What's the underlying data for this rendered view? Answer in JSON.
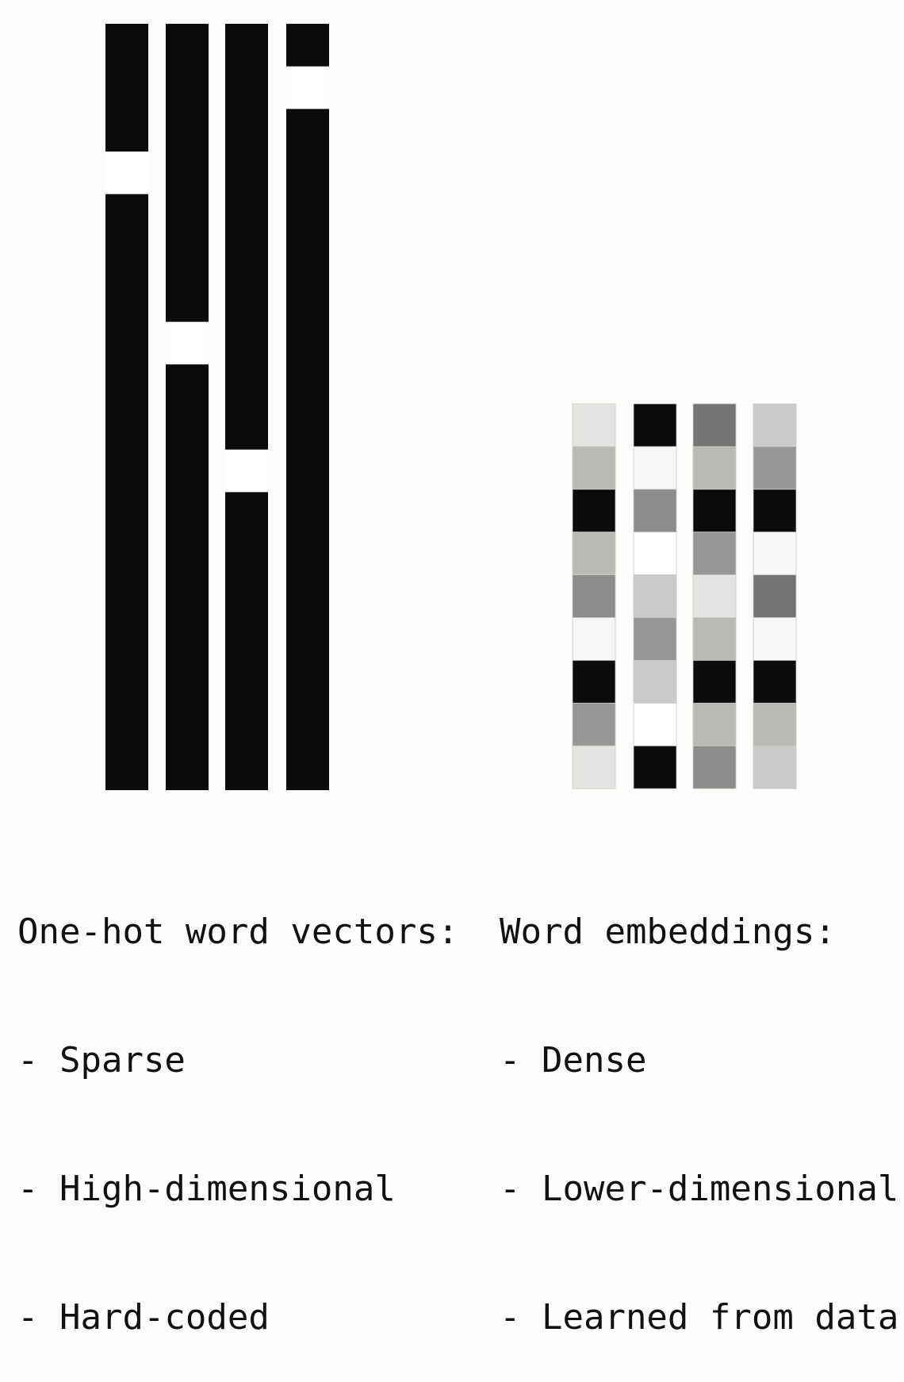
{
  "one_hot": {
    "heading": "One-hot word vectors:",
    "bullets": [
      "- Sparse",
      "- High-dimensional",
      "- Hard-coded"
    ],
    "vector_length": 18,
    "hot_indices": [
      3,
      7,
      10,
      1
    ],
    "colors": {
      "off": "#0b0b0b",
      "on": "#ffffff"
    }
  },
  "embeddings": {
    "heading": "Word embeddings:",
    "bullets": [
      "- Dense",
      "- Lower-dimensional",
      "- Learned from data"
    ],
    "cell_colors": [
      [
        "#e4e4e2",
        "#b9b9b6",
        "#0b0b0b",
        "#b9b9b6",
        "#8c8c8a",
        "#f7f7f6",
        "#0b0b0b",
        "#969694",
        "#e4e4e2"
      ],
      [
        "#0b0b0b",
        "#f7f7f6",
        "#8c8c8a",
        "#ffffff",
        "#cacaca",
        "#969694",
        "#cacaca",
        "#ffffff",
        "#0b0b0b"
      ],
      [
        "#747474",
        "#b9b9b6",
        "#0b0b0b",
        "#969694",
        "#e4e4e2",
        "#b9b9b6",
        "#0b0b0b",
        "#b9b9b6",
        "#8c8c8a"
      ],
      [
        "#cacaca",
        "#969694",
        "#0b0b0b",
        "#f7f7f6",
        "#747474",
        "#f7f7f6",
        "#0b0b0b",
        "#b9b9b6",
        "#cacaca"
      ]
    ]
  }
}
